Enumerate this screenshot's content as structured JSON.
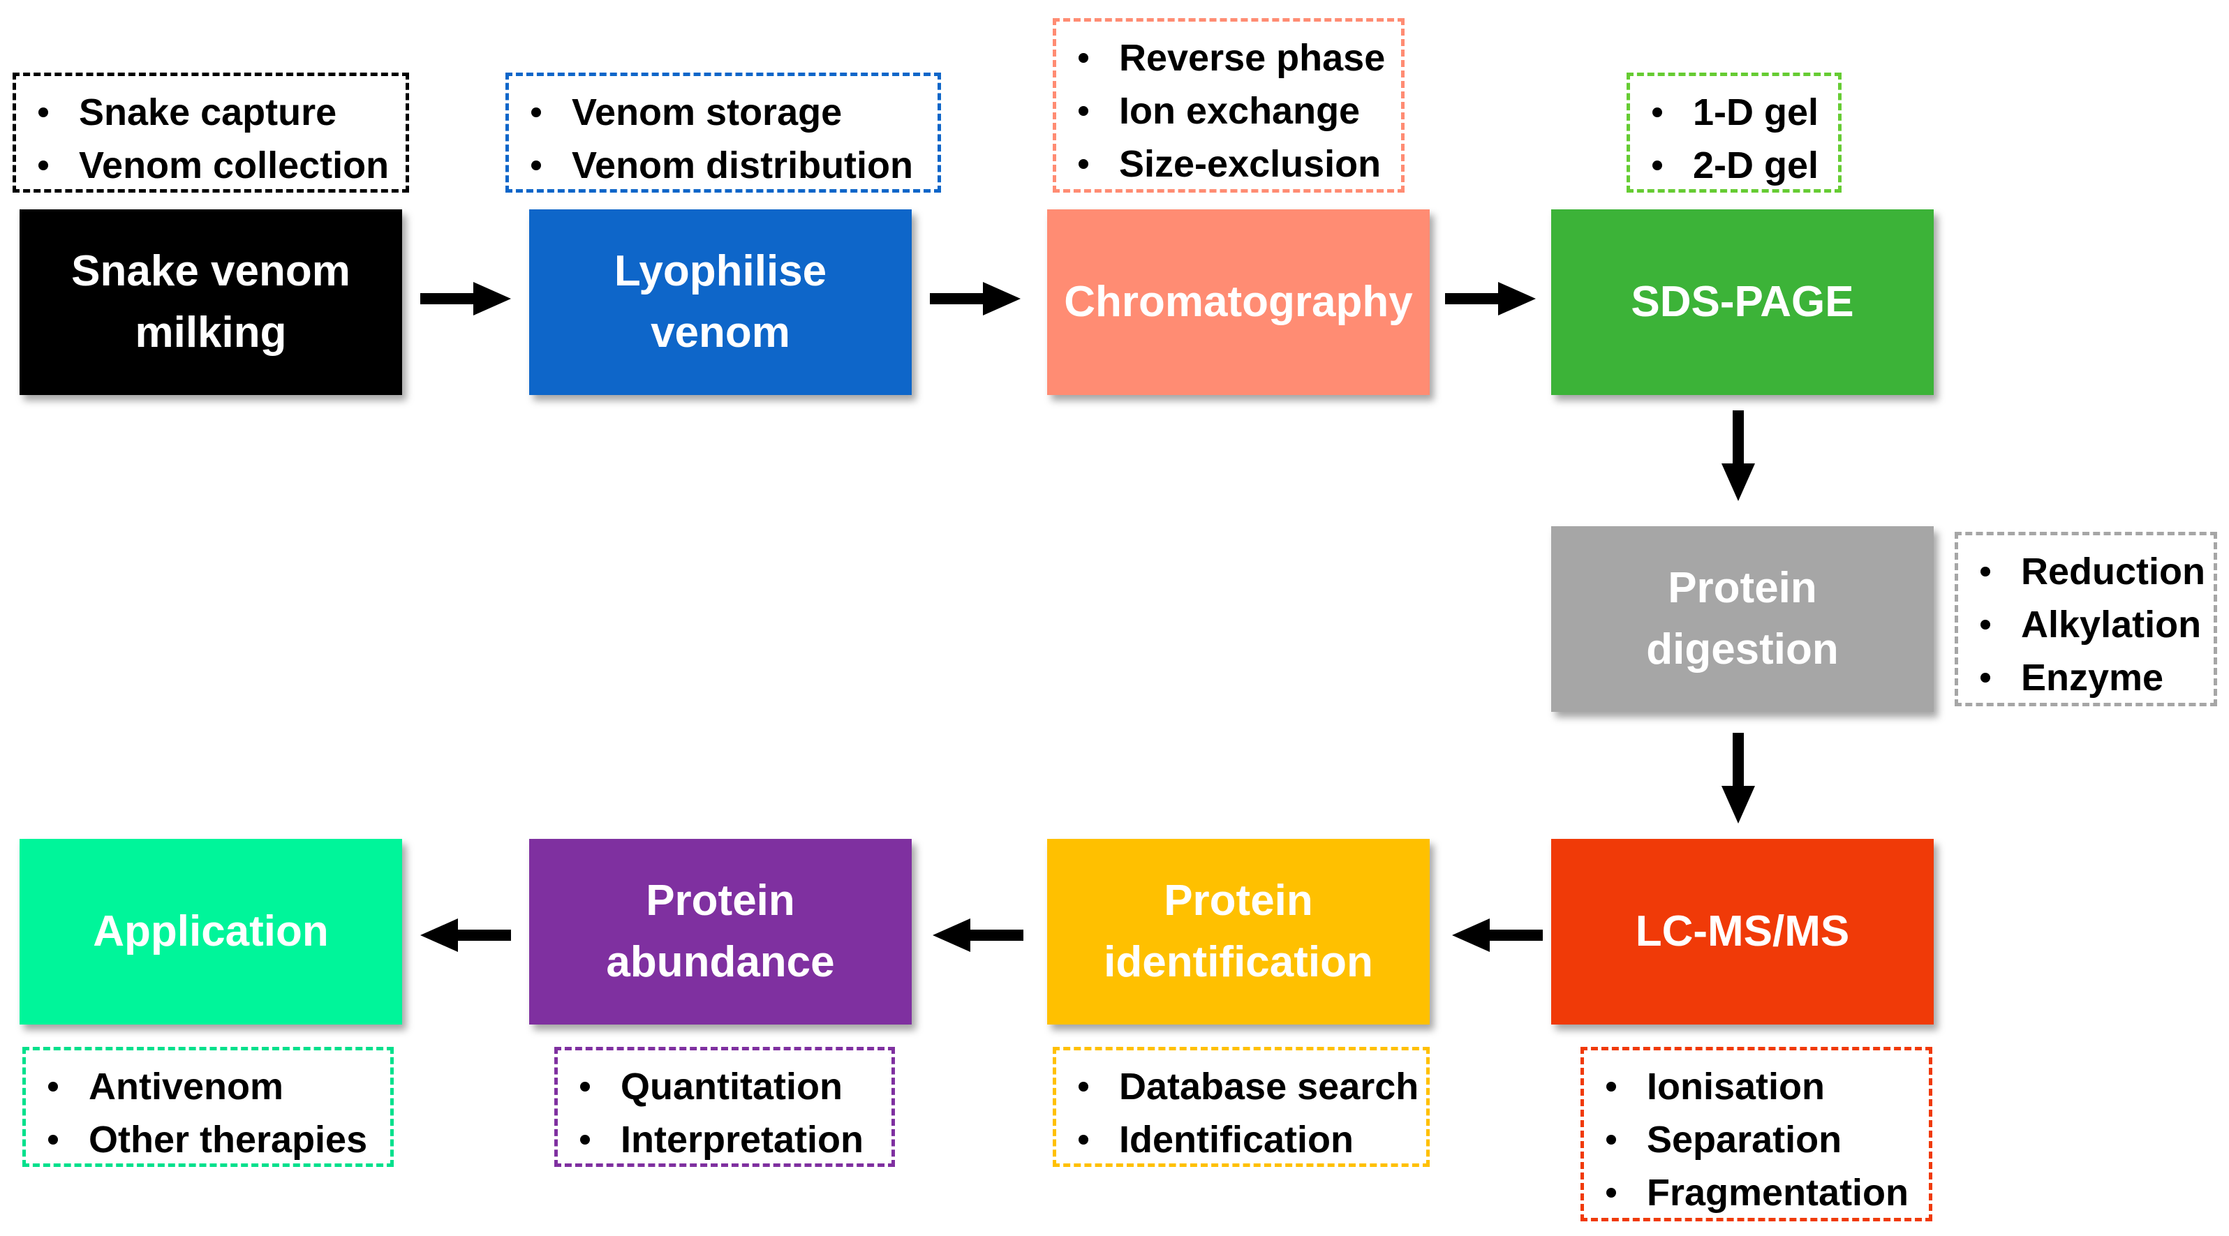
{
  "steps": [
    {
      "id": "milking",
      "label": "Snake venom\nmilking",
      "color": "#000000"
    },
    {
      "id": "lyophilise",
      "label": "Lyophilise\nvenom",
      "color": "#0E66C9"
    },
    {
      "id": "chromatography",
      "label": "Chromatography",
      "color": "#FF8C73"
    },
    {
      "id": "sds-page",
      "label": "SDS-PAGE",
      "color": "#3CB338"
    },
    {
      "id": "digestion",
      "label": "Protein\ndigestion",
      "color": "#A6A6A6"
    },
    {
      "id": "lcms",
      "label": "LC-MS/MS",
      "color": "#F03A08"
    },
    {
      "id": "identification",
      "label": "Protein\nidentification",
      "color": "#FFC000"
    },
    {
      "id": "abundance",
      "label": "Protein\nabundance",
      "color": "#7F30A0"
    },
    {
      "id": "application",
      "label": "Application",
      "color": "#00F59A"
    }
  ],
  "notes": [
    {
      "id": "milking",
      "items": [
        "Snake capture",
        "Venom collection"
      ],
      "border_color": "#000000"
    },
    {
      "id": "lyophilise",
      "items": [
        "Venom storage",
        "Venom distribution"
      ],
      "border_color": "#0E66C9"
    },
    {
      "id": "chromatography",
      "items": [
        "Reverse phase",
        "Ion exchange",
        "Size-exclusion"
      ],
      "border_color": "#FF8C73"
    },
    {
      "id": "sds-page",
      "items": [
        "1-D gel",
        "2-D gel"
      ],
      "border_color": "#66CC33"
    },
    {
      "id": "digestion",
      "items": [
        "Reduction",
        "Alkylation",
        "Enzyme"
      ],
      "border_color": "#A6A6A6"
    },
    {
      "id": "lcms",
      "items": [
        "Ionisation",
        "Separation",
        "Fragmentation"
      ],
      "border_color": "#F03A08"
    },
    {
      "id": "identification",
      "items": [
        "Database search",
        "Identification"
      ],
      "border_color": "#FFC000"
    },
    {
      "id": "abundance",
      "items": [
        "Quantitation",
        "Interpretation"
      ],
      "border_color": "#7F30A0"
    },
    {
      "id": "application",
      "items": [
        "Antivenom",
        "Other therapies"
      ],
      "border_color": "#00E08C"
    }
  ],
  "arrow_color": "#000000"
}
